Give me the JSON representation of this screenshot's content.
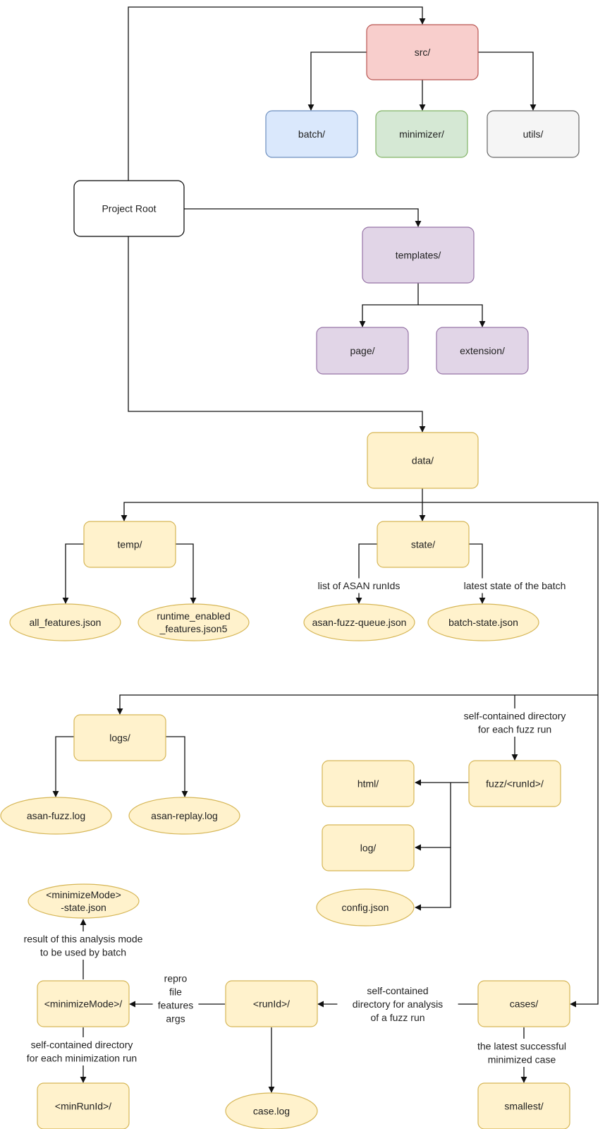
{
  "nodes": {
    "root": {
      "lines": [
        "Project Root"
      ],
      "shape": "rect",
      "fill": "#ffffff",
      "stroke": "#000000"
    },
    "src": {
      "lines": [
        "src/"
      ],
      "shape": "rect",
      "fill": "#f8cecc",
      "stroke": "#b85450"
    },
    "batch": {
      "lines": [
        "batch/"
      ],
      "shape": "rect",
      "fill": "#dae8fc",
      "stroke": "#6c8ebf"
    },
    "minimizer": {
      "lines": [
        "minimizer/"
      ],
      "shape": "rect",
      "fill": "#d5e8d4",
      "stroke": "#82b366"
    },
    "utils": {
      "lines": [
        "utils/"
      ],
      "shape": "rect",
      "fill": "#f5f5f5",
      "stroke": "#666666"
    },
    "templates": {
      "lines": [
        "templates/"
      ],
      "shape": "rect",
      "fill": "#e1d5e7",
      "stroke": "#9673a6"
    },
    "page": {
      "lines": [
        "page/"
      ],
      "shape": "rect",
      "fill": "#e1d5e7",
      "stroke": "#9673a6"
    },
    "extension": {
      "lines": [
        "extension/"
      ],
      "shape": "rect",
      "fill": "#e1d5e7",
      "stroke": "#9673a6"
    },
    "data": {
      "lines": [
        "data/"
      ],
      "shape": "rect",
      "fill": "#fff2cc",
      "stroke": "#d6b656"
    },
    "temp": {
      "lines": [
        "temp/"
      ],
      "shape": "rect",
      "fill": "#fff2cc",
      "stroke": "#d6b656"
    },
    "state": {
      "lines": [
        "state/"
      ],
      "shape": "rect",
      "fill": "#fff2cc",
      "stroke": "#d6b656"
    },
    "all_features": {
      "lines": [
        "all_features.json"
      ],
      "shape": "ellipse",
      "fill": "#fff2cc",
      "stroke": "#d6b656"
    },
    "runtime_features": {
      "lines": [
        "runtime_enabled",
        "_features.json5"
      ],
      "shape": "ellipse",
      "fill": "#fff2cc",
      "stroke": "#d6b656"
    },
    "asan_queue": {
      "lines": [
        "asan-fuzz-queue.json"
      ],
      "shape": "ellipse",
      "fill": "#fff2cc",
      "stroke": "#d6b656"
    },
    "batch_state": {
      "lines": [
        "batch-state.json"
      ],
      "shape": "ellipse",
      "fill": "#fff2cc",
      "stroke": "#d6b656"
    },
    "logs": {
      "lines": [
        "logs/"
      ],
      "shape": "rect",
      "fill": "#fff2cc",
      "stroke": "#d6b656"
    },
    "asan_fuzz_log": {
      "lines": [
        "asan-fuzz.log"
      ],
      "shape": "ellipse",
      "fill": "#fff2cc",
      "stroke": "#d6b656"
    },
    "asan_replay_log": {
      "lines": [
        "asan-replay.log"
      ],
      "shape": "ellipse",
      "fill": "#fff2cc",
      "stroke": "#d6b656"
    },
    "fuzz_run": {
      "lines": [
        "fuzz/<runId>/"
      ],
      "shape": "rect",
      "fill": "#fff2cc",
      "stroke": "#d6b656"
    },
    "html": {
      "lines": [
        "html/"
      ],
      "shape": "rect",
      "fill": "#fff2cc",
      "stroke": "#d6b656"
    },
    "log": {
      "lines": [
        "log/"
      ],
      "shape": "rect",
      "fill": "#fff2cc",
      "stroke": "#d6b656"
    },
    "config": {
      "lines": [
        "config.json"
      ],
      "shape": "ellipse",
      "fill": "#fff2cc",
      "stroke": "#d6b656"
    },
    "minimize_state": {
      "lines": [
        "<minimizeMode>",
        "-state.json"
      ],
      "shape": "ellipse",
      "fill": "#fff2cc",
      "stroke": "#d6b656"
    },
    "minimize_mode": {
      "lines": [
        "<minimizeMode>/"
      ],
      "shape": "rect",
      "fill": "#fff2cc",
      "stroke": "#d6b656"
    },
    "run_id": {
      "lines": [
        "<runId>/"
      ],
      "shape": "rect",
      "fill": "#fff2cc",
      "stroke": "#d6b656"
    },
    "cases": {
      "lines": [
        "cases/"
      ],
      "shape": "rect",
      "fill": "#fff2cc",
      "stroke": "#d6b656"
    },
    "min_run_id": {
      "lines": [
        "<minRunId>/"
      ],
      "shape": "rect",
      "fill": "#fff2cc",
      "stroke": "#d6b656"
    },
    "case_log": {
      "lines": [
        "case.log"
      ],
      "shape": "ellipse",
      "fill": "#fff2cc",
      "stroke": "#d6b656"
    },
    "smallest": {
      "lines": [
        "smallest/"
      ],
      "shape": "rect",
      "fill": "#fff2cc",
      "stroke": "#d6b656"
    }
  },
  "edge_labels": {
    "asan_queue": [
      "list of ASAN runIds"
    ],
    "batch_state": [
      "latest state of the batch"
    ],
    "fuzz_run": [
      "self-contained directory",
      "for each fuzz run"
    ],
    "minimize_state": [
      "result of this analysis mode",
      "to be used by batch"
    ],
    "repro": [
      "repro",
      "file",
      "features",
      "args"
    ],
    "analysis": [
      "self-contained",
      "directory for analysis",
      "of a fuzz run"
    ],
    "minimization": [
      "self-contained directory",
      "for each minimization run"
    ],
    "smallest": [
      "the latest successful",
      "minimized case"
    ]
  }
}
